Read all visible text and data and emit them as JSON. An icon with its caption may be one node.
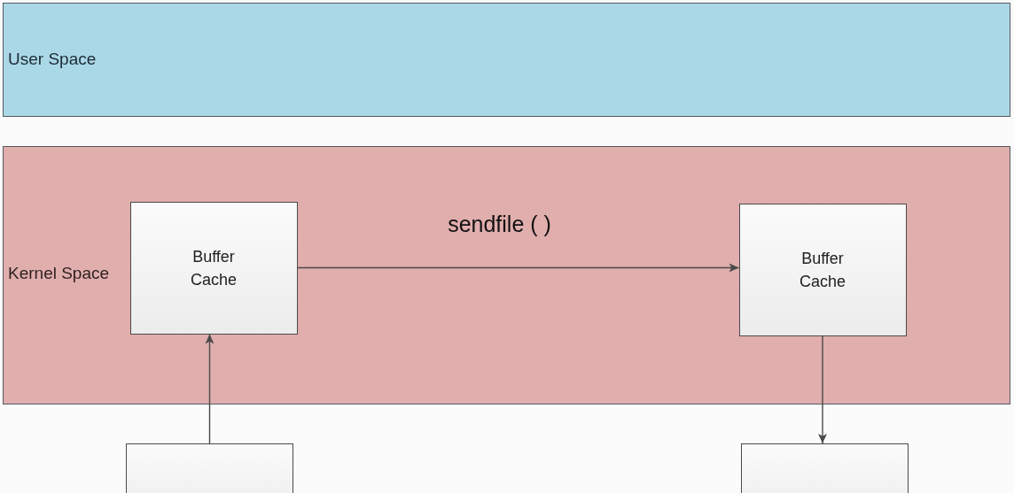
{
  "diagram": {
    "nodes": [
      {
        "text": [
          "User Space"
        ]
      },
      {
        "text": [
          "Kernel Space"
        ]
      },
      {
        "text": [
          "Buffer Cache"
        ],
        "in": 1
      },
      {
        "text": [
          "Buffer Cache"
        ],
        "in": 1
      },
      {
        "text": [],
        "shape": "box"
      },
      {
        "text": [],
        "shape": "box"
      }
    ],
    "edges": [
      {
        "from": 2,
        "to": 3,
        "arrow": "to",
        "label": "sendfile ( )"
      },
      {
        "from": 4,
        "to": 2,
        "arrow": "to"
      },
      {
        "from": 3,
        "to": 5,
        "arrow": "to"
      }
    ]
  }
}
